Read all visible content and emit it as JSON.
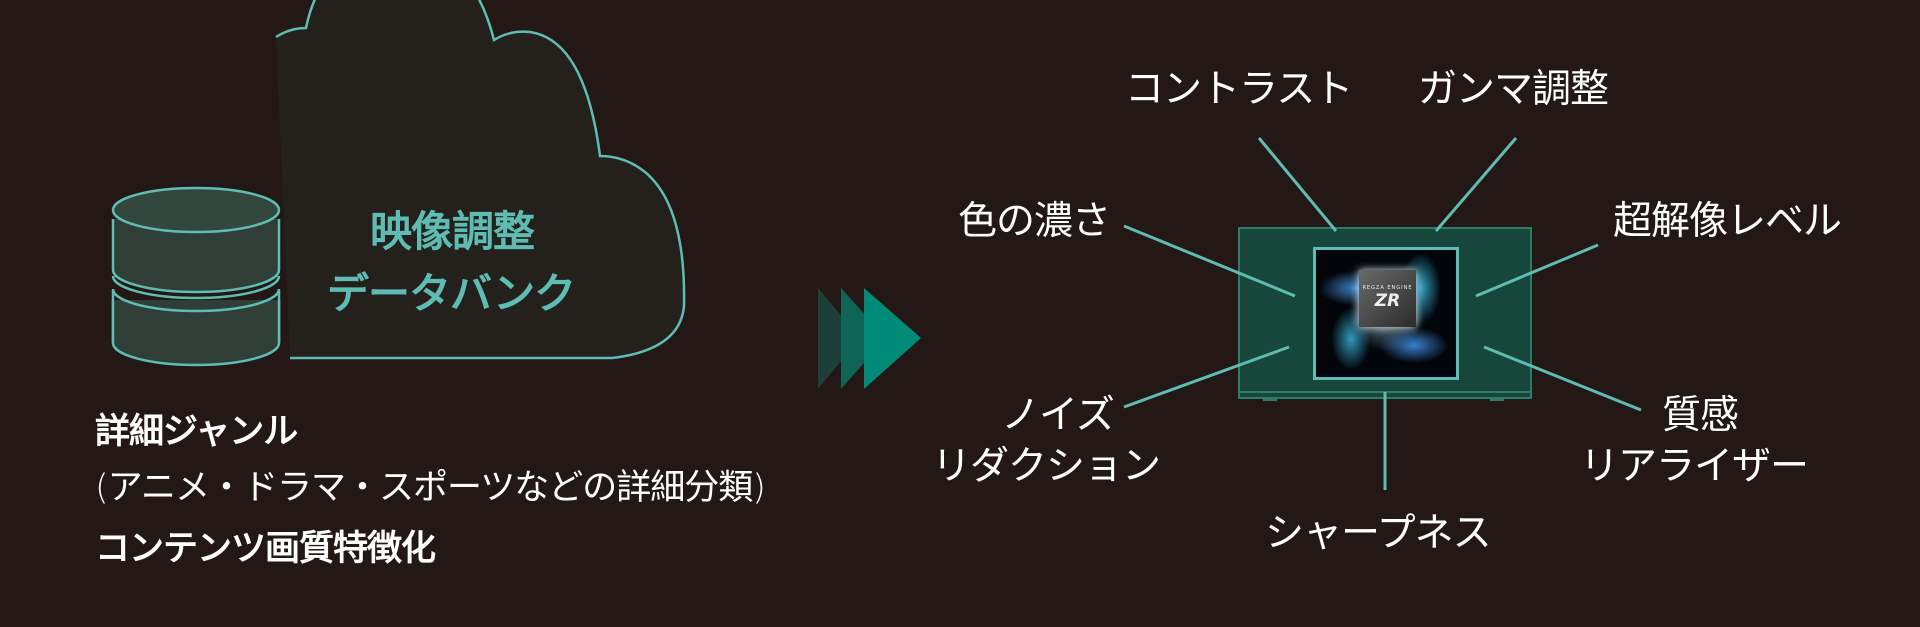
{
  "colors": {
    "background": "#231815",
    "accent": "#5fbcb2",
    "tv_fill": "#17463a"
  },
  "left": {
    "cloud_title_1": "映像調整",
    "cloud_title_2": "データバンク",
    "genre_heading": "詳細ジャンル",
    "genre_detail": "(アニメ・ドラマ・スポーツなどの詳細分類)",
    "feature_heading": "コンテンツ画質特徴化"
  },
  "engine": {
    "brand": "REGZA ENGINE",
    "model": "ZR"
  },
  "labels": {
    "contrast": "コントラスト",
    "gamma": "ガンマ調整",
    "color_depth": "色の濃さ",
    "super_resolution": "超解像レベル",
    "noise_1": "ノイズ",
    "noise_2": "リダクション",
    "texture_1": "質感",
    "texture_2": "リアライザー",
    "sharpness": "シャープネス"
  }
}
